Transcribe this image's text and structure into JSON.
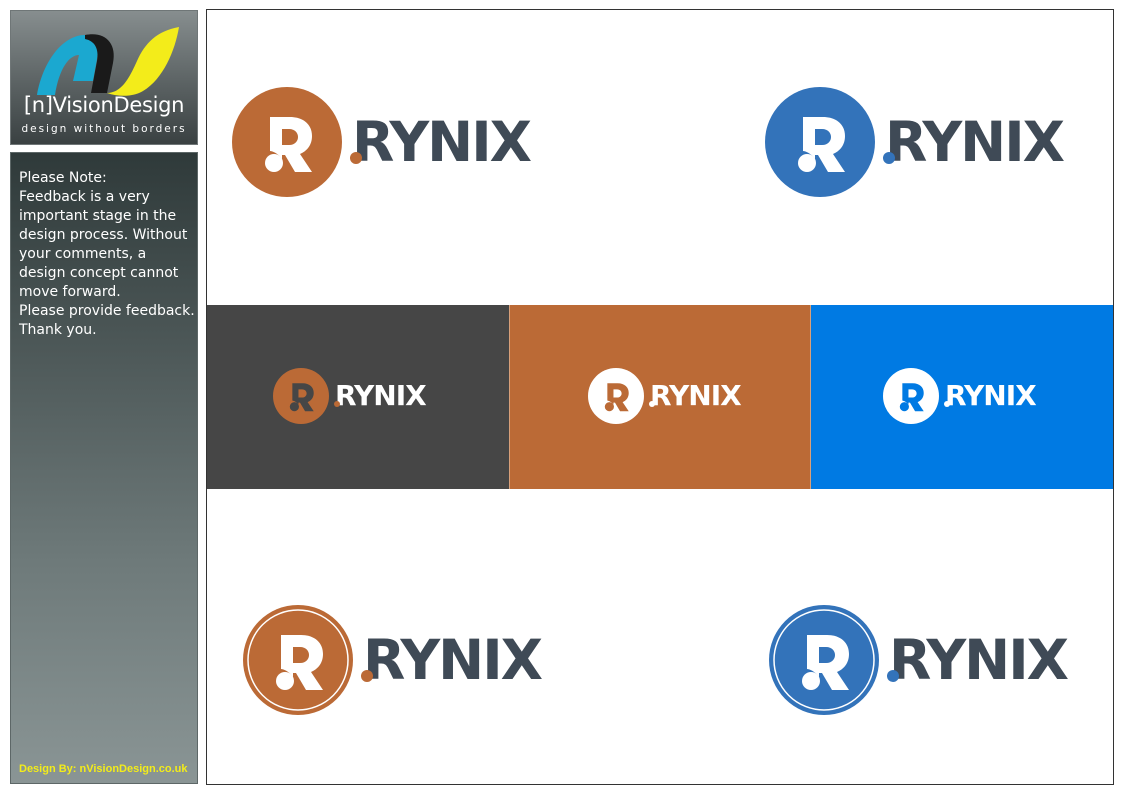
{
  "brand": {
    "title": "[n]VisionDesign",
    "tagline": "design without borders",
    "logo_icon": "nvision-ribbon-icon",
    "colors": {
      "cyan": "#1ba8d0",
      "yellow": "#f3ec1a",
      "black": "#1a1a1a"
    }
  },
  "note": {
    "lines": [
      "Please Note:",
      "Feedback is a very important stage in the design process. Without your comments, a design concept cannot move forward.",
      "Please provide feedback.",
      "Thank you."
    ],
    "credit": "Design By: nVisionDesign.co.uk"
  },
  "logo": {
    "wordmark": "RYNIX",
    "monogram": "R",
    "colors": {
      "orange": "#bb6a36",
      "blue": "#3373ba",
      "slate": "#3f4a56",
      "dark_band": "#464646",
      "blue_band": "#007ae3",
      "white": "#ffffff"
    }
  }
}
